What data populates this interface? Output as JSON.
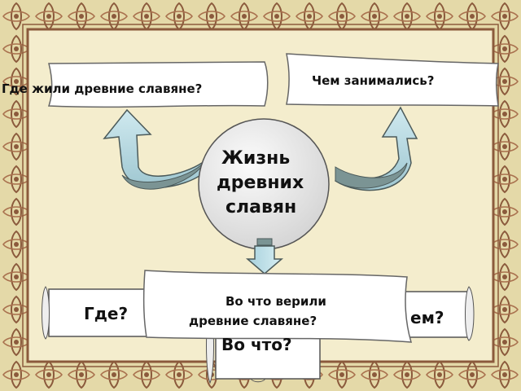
{
  "center": {
    "line1": "Жизнь",
    "line2": "древних",
    "line3": "славян"
  },
  "banners": {
    "where_lived": "Где жили древние славяне?",
    "occupation": "Чем занимались?",
    "beliefs_line1": "Во что верили",
    "beliefs_line2": "древние славяне?"
  },
  "scrolls": {
    "where": "Где?",
    "what_partial": "ем?",
    "into_what_partial": "Во что?"
  },
  "colors": {
    "background": "#f3eccb",
    "frame": "#8b5a3c",
    "arrow_fill": "#b9dbe4",
    "arrow_dark": "#7b9494",
    "circle_fill": "#e8e8e8",
    "banner_fill": "#ffffff"
  }
}
